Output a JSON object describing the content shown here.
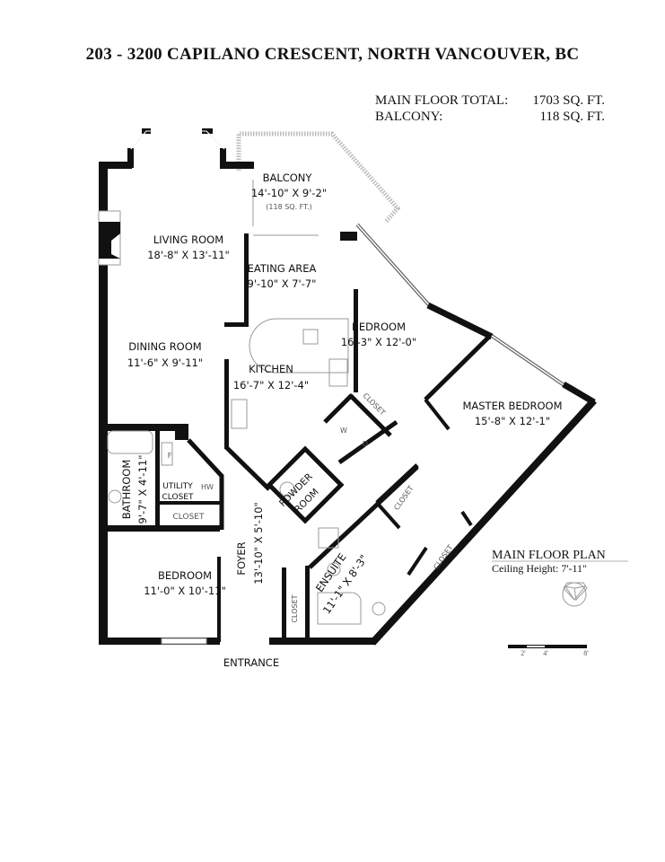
{
  "title": "203 - 3200 CAPILANO CRESCENT, NORTH VANCOUVER, BC",
  "areas": [
    {
      "label": "MAIN FLOOR TOTAL:",
      "value": "1703 SQ. FT."
    },
    {
      "label": "BALCONY:",
      "value": "118 SQ. FT."
    }
  ],
  "rooms": {
    "balcony": {
      "name": "BALCONY",
      "dims": "14'-10\" X 9'-2\"",
      "note": "(118 SQ. FT.)"
    },
    "living": {
      "name": "LIVING ROOM",
      "dims": "18'-8\" X 13'-11\""
    },
    "eating": {
      "name": "EATING AREA",
      "dims": "9'-10\" X 7'-7\""
    },
    "bedroom2": {
      "name": "BEDROOM",
      "dims": "16'-3\" X 12'-0\""
    },
    "dining": {
      "name": "DINING ROOM",
      "dims": "11'-6\" X 9'-11\""
    },
    "kitchen": {
      "name": "KITCHEN",
      "dims": "16'-7\" X 12'-4\""
    },
    "master": {
      "name": "MASTER BEDROOM",
      "dims": "15'-8\" X 12'-1\""
    },
    "bathroom": {
      "name": "BATHROOM",
      "dims": "9'-7\" X 4'-11\""
    },
    "utility": {
      "name1": "UTILITY",
      "name2": "CLOSET",
      "hw": "HW",
      "f": "F"
    },
    "powder": {
      "name1": "POWDER",
      "name2": "ROOM"
    },
    "foyer": {
      "name": "FOYER",
      "dims": "13'-10\" X 5'-10\""
    },
    "bedroom1": {
      "name": "BEDROOM",
      "dims": "11'-0\" X 10'-11\""
    },
    "ensuite": {
      "name": "ENSUITE",
      "dims": "11'-1\" X 8'-3\""
    },
    "closet": "CLOSET",
    "washer": "W",
    "dryer": "D",
    "entrance": "ENTRANCE"
  },
  "plan": {
    "name": "MAIN FLOOR PLAN",
    "ceiling": "Ceiling Height: 7'-11\""
  },
  "scale": {
    "ticks": [
      "2'",
      "4'",
      "8'"
    ]
  }
}
